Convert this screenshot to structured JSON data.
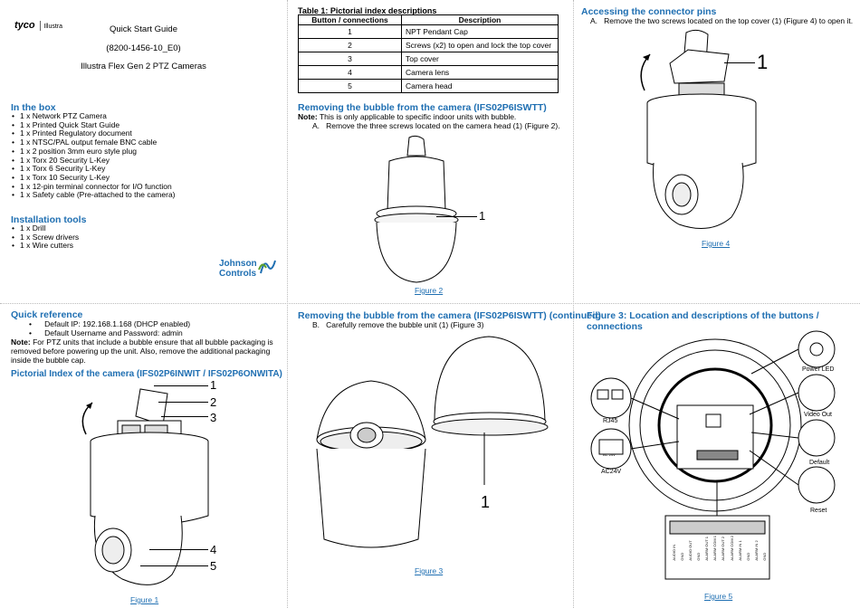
{
  "brand": {
    "logo_text": "tyco",
    "sub_brand": "Illustra",
    "jc_line1": "Johnson",
    "jc_line2": "Controls"
  },
  "cover": {
    "title": "Quick Start Guide",
    "doc_number": "(8200-1456-10_E0)",
    "product": "Illustra Flex Gen 2 PTZ Cameras"
  },
  "in_box": {
    "heading": "In the box",
    "items": [
      "1 x Network PTZ Camera",
      "1 x Printed Quick Start Guide",
      "1 x Printed Regulatory document",
      "1 x NTSC/PAL output female BNC cable",
      "1 x 2 position 3mm euro style plug",
      "1 x Torx 20 Security L-Key",
      "1 x Torx 6 Security L-Key",
      "1 x Torx 10 Security L-Key",
      "1 x 12-pin terminal connector for I/O function",
      "1 x Safety cable (Pre-attached to the camera)"
    ]
  },
  "tools": {
    "heading": "Installation tools",
    "items": [
      "1 x Drill",
      "1 x Screw drivers",
      "1 x Wire cutters"
    ]
  },
  "quick_ref": {
    "heading": "Quick reference",
    "items": [
      "Default IP: 192.168.1.168 (DHCP enabled)",
      "Default Username and Password: admin"
    ],
    "note_label": "Note:",
    "note_text": "For PTZ units that include a bubble ensure that all bubble packaging is removed before powering up the unit. Also, remove the additional packaging inside the bubble cap."
  },
  "pictorial": {
    "heading": "Pictorial Index of the camera (IFS02P6INWIT / IFS02P6ONWITA)",
    "callouts": [
      "1",
      "2",
      "3",
      "4",
      "5"
    ],
    "caption": "Figure 1"
  },
  "table1": {
    "title": "Table 1: Pictorial index descriptions",
    "headers": [
      "Button / connections",
      "Description"
    ],
    "rows": [
      [
        "1",
        "NPT Pendant Cap"
      ],
      [
        "2",
        "Screws (x2) to open and lock the top cover"
      ],
      [
        "3",
        "Top cover"
      ],
      [
        "4",
        "Camera lens"
      ],
      [
        "5",
        "Camera head"
      ]
    ]
  },
  "remove_bubble": {
    "heading": "Removing the bubble from the camera (IFS02P6ISWTT)",
    "note_label": "Note:",
    "note_text": "This is only applicable to specific indoor units with bubble.",
    "step_letter": "A.",
    "step_text": "Remove the three screws located on the camera head (1) (Figure 2).",
    "callout": "1",
    "caption": "Figure 2"
  },
  "remove_bubble_cont": {
    "heading": "Removing the bubble from the camera (IFS02P6ISWTT) (continued)",
    "step_letter": "B.",
    "step_text": "Carefully remove the bubble unit (1) (Figure 3)",
    "callout": "1",
    "caption": "Figure 3"
  },
  "connector": {
    "heading": "Accessing the connector pins",
    "step_letter": "A.",
    "step_text": "Remove the two screws located on the top cover (1) (Figure 4) to open it.",
    "callout": "1",
    "caption": "Figure 4"
  },
  "figure5": {
    "heading": "Figure 3: Location and descriptions of the buttons / connections",
    "labels": {
      "power_led": "Power LED",
      "video_out": "Video Out",
      "default": "Default",
      "reset": "Reset",
      "rj45": "RJ45",
      "ac24v": "AC24V",
      "ac24v_small": "AC 24V"
    },
    "pins": [
      "AUDIO IN",
      "GND",
      "AUDIO OUT",
      "GND",
      "ALARM OUT 1",
      "ALARM COM 1",
      "ALARM OUT 2",
      "ALARM COM 2",
      "ALARM IN 1",
      "GND",
      "ALARM IN 2",
      "GND"
    ],
    "caption": "Figure 5"
  }
}
